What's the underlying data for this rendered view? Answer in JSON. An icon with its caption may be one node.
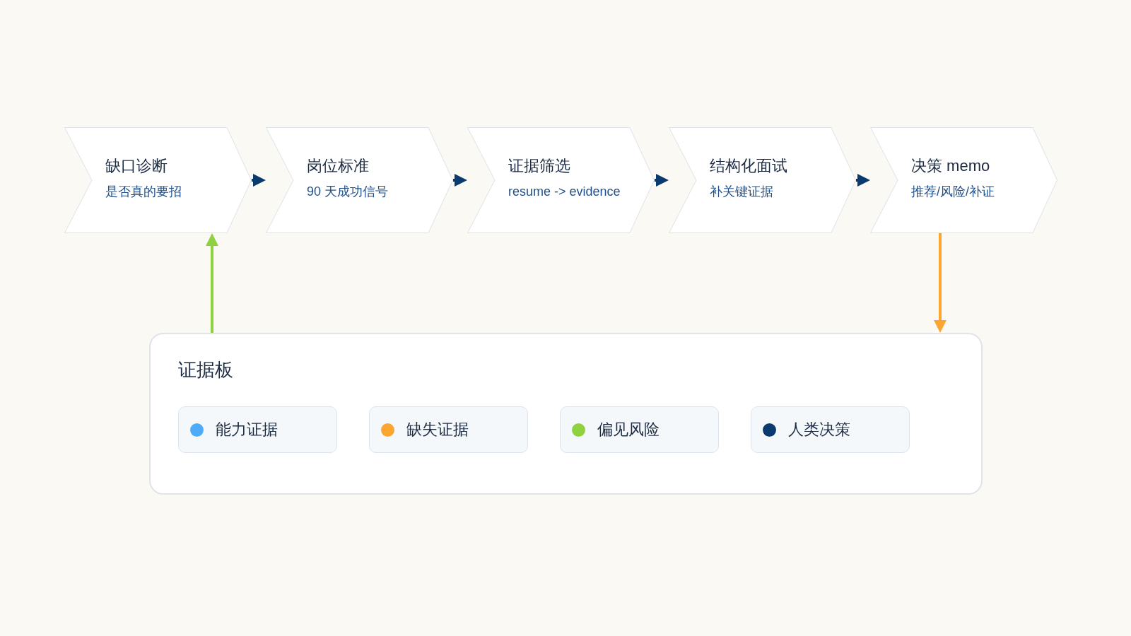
{
  "diagram": {
    "nodes": [
      {
        "text": [
          "缺口诊断",
          "是否真的要招"
        ]
      },
      {
        "text": [
          "岗位标准",
          "90 天成功信号"
        ]
      },
      {
        "text": [
          "证据筛选",
          "resume -> evidence"
        ]
      },
      {
        "text": [
          "结构化面试",
          "补关键证据"
        ]
      },
      {
        "text": [
          "决策 memo",
          "推荐/风险/补证"
        ]
      },
      {
        "text": [
          "证据板"
        ]
      }
    ],
    "edges": [
      {
        "from": 0,
        "to": 1,
        "arrow": "to"
      },
      {
        "from": 1,
        "to": 2,
        "arrow": "to"
      },
      {
        "from": 2,
        "to": 3,
        "arrow": "to"
      },
      {
        "from": 3,
        "to": 4,
        "arrow": "to"
      },
      {
        "from": 5,
        "to": 0,
        "arrow": "to",
        "color": "#8fd13f"
      },
      {
        "from": 4,
        "to": 5,
        "arrow": "to",
        "color": "#fba631"
      }
    ],
    "legend": [
      {
        "text": "能力证据",
        "color": "#4dabf7"
      },
      {
        "text": "缺失证据",
        "color": "#fba631"
      },
      {
        "text": "偏见风险",
        "color": "#8fd13f"
      },
      {
        "text": "人类决策",
        "color": "#0b3a6e"
      }
    ]
  }
}
